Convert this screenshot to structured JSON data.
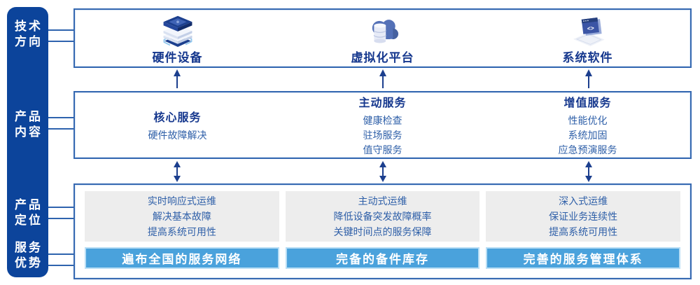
{
  "sidebar": {
    "items": [
      {
        "lines": [
          "技术",
          "方向"
        ]
      },
      {
        "lines": [
          "产品",
          "内容"
        ]
      },
      {
        "lines": [
          "产品",
          "定位"
        ]
      },
      {
        "lines": [
          "服务",
          "优势"
        ]
      }
    ]
  },
  "tech_row": {
    "items": [
      {
        "icon": "server-stack-icon",
        "label": "硬件设备"
      },
      {
        "icon": "cloud-database-icon",
        "label": "虚拟化平台"
      },
      {
        "icon": "code-window-icon",
        "label": "系统软件"
      }
    ]
  },
  "content_row": {
    "columns": [
      {
        "title": "核心服务",
        "items": [
          "硬件故障解决"
        ]
      },
      {
        "title": "主动服务",
        "items": [
          "健康检查",
          "驻场服务",
          "值守服务"
        ]
      },
      {
        "title": "增值服务",
        "items": [
          "性能优化",
          "系统加固",
          "应急预演服务"
        ]
      }
    ]
  },
  "positioning_row": {
    "columns": [
      {
        "lines": [
          "实时响应式运维",
          "解决基本故障",
          "提高系统可用性"
        ],
        "advantage": "遍布全国的服务网络"
      },
      {
        "lines": [
          "主动式运维",
          "降低设备突发故障概率",
          "关键时间点的服务保障"
        ],
        "advantage": "完备的备件库存"
      },
      {
        "lines": [
          "深入式运维",
          "保证业务连续性",
          "提高系统可用性"
        ],
        "advantage": "完善的服务管理体系"
      }
    ]
  },
  "colors": {
    "sidebar_bg": "#0c449b",
    "panel_border": "#3568b1",
    "title_navy": "#16388e",
    "body_blue": "#2e5fa8",
    "gray_card": "#ededed",
    "advantage_bar": "#4aa2dc",
    "arrow_navy": "#1c3f8e"
  }
}
